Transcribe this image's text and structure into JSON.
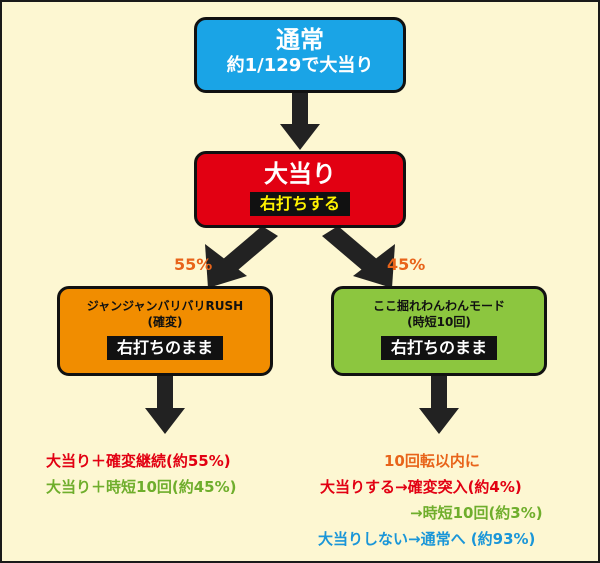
{
  "normal": {
    "title": "通常",
    "odds": "約1/129で大当り"
  },
  "jackpot": {
    "title": "大当り",
    "action": "右打ちする"
  },
  "branches": {
    "left_pct": "55%",
    "right_pct": "45%"
  },
  "rush": {
    "title": "ジャンジャンバリバリRUSH",
    "subtitle": "(確変)",
    "action": "右打ちのまま"
  },
  "mode": {
    "title": "ここ掘れわんわんモード",
    "subtitle": "(時短10回)",
    "action": "右打ちのまま"
  },
  "rush_results": {
    "line1": "大当り＋確変継続(約55%)",
    "line2": "大当り＋時短10回(約45%)"
  },
  "mode_results": {
    "line1": "10回転以内に",
    "line2": "大当りする→確変突入(約4%)",
    "line3": "→時短10回(約3%)",
    "line4": "大当りしない→通常へ (約93%)"
  },
  "colors": {
    "background": "#fdf7d2",
    "normal_box": "#1aa4e6",
    "jackpot_box": "#e20012",
    "rush_box": "#f18d00",
    "mode_box": "#8cc63f",
    "red_text": "#e20012",
    "green_text": "#6fae2c",
    "orange_text": "#e8641a",
    "blue_text": "#1a96d8"
  }
}
